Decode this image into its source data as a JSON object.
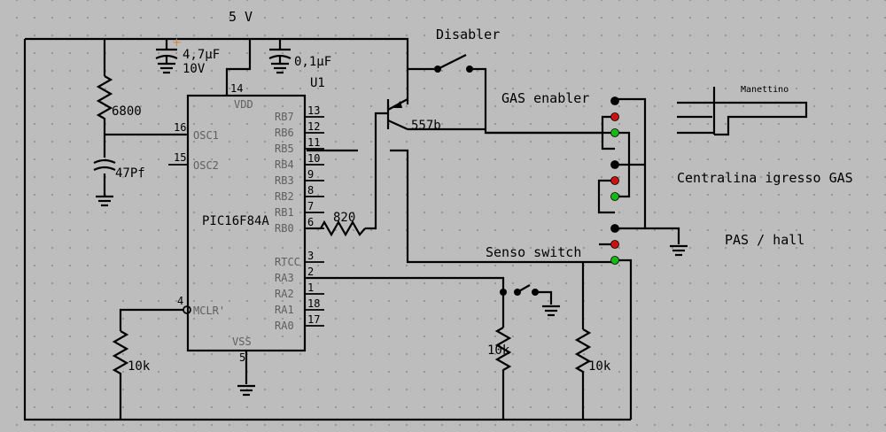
{
  "supply": {
    "label": "5 V"
  },
  "chip": {
    "name": "PIC16F84A",
    "ref": "U1",
    "pins_left": [
      {
        "num": "14",
        "name": "VDD"
      },
      {
        "num": "16",
        "name": "OSC1"
      },
      {
        "num": "15",
        "name": "OSC2"
      },
      {
        "num": "4",
        "name": "MCLR'"
      },
      {
        "num": "5",
        "name": "VSS"
      }
    ],
    "pins_right": [
      {
        "num": "13",
        "name": "RB7"
      },
      {
        "num": "12",
        "name": "RB6"
      },
      {
        "num": "11",
        "name": "RB5"
      },
      {
        "num": "10",
        "name": "RB4"
      },
      {
        "num": "9",
        "name": "RB3"
      },
      {
        "num": "8",
        "name": "RB2"
      },
      {
        "num": "7",
        "name": "RB1"
      },
      {
        "num": "6",
        "name": "RB0"
      },
      {
        "num": "3",
        "name": "RTCC"
      },
      {
        "num": "2",
        "name": "RA3"
      },
      {
        "num": "1",
        "name": "RA2"
      },
      {
        "num": "18",
        "name": "RA1"
      },
      {
        "num": "17",
        "name": "RA0"
      }
    ]
  },
  "components": {
    "c1_value": "4,7µF",
    "c1_voltage": "10V",
    "c2_value": "0,1µF",
    "r_osc": "6800",
    "c_osc": "47Pf",
    "r_base": "820",
    "transistor": "557b",
    "r_mclr": "10k",
    "r_switch": "10k",
    "r_senso": "10k"
  },
  "labels": {
    "disabler": "Disabler",
    "gas_enabler": "GAS enabler",
    "senso_switch": "Senso switch",
    "centralina": "Centralina igresso GAS",
    "pas_hall": "PAS / hall",
    "manettino": "Manettino"
  },
  "colors": {
    "background": "#bdbdbd",
    "wire": "#000000",
    "pin_name": "#5f5f5f",
    "connector_black": "#000000",
    "connector_red": "#cc1111",
    "connector_green": "#11bb11"
  }
}
